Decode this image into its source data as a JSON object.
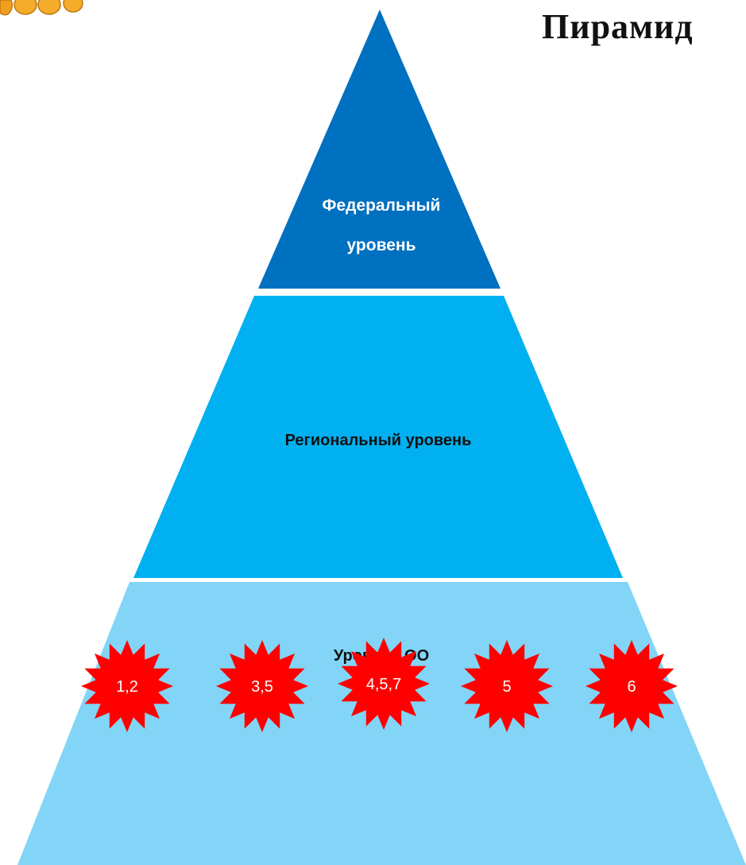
{
  "title": "Пирамид",
  "colors": {
    "federal": "#0070C0",
    "regional": "#00B0F0",
    "oo": "#82D5F6",
    "star": "#FF0000",
    "logo": "#F0A020"
  },
  "levels": {
    "federal": {
      "line1": "Федеральный",
      "line2": "уровень"
    },
    "regional": {
      "label": "Региональный уровень"
    },
    "oo": {
      "label": "Уровень ОО"
    }
  },
  "stars": [
    "1,2",
    "3,5",
    "4,5,7",
    "5",
    "6"
  ]
}
